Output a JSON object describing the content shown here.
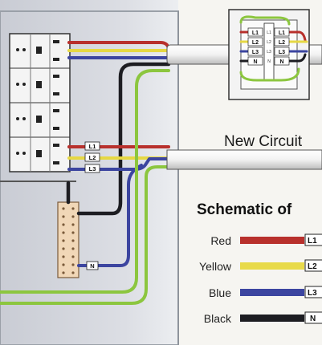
{
  "diagram": {
    "caption_new_circuit": "New Circuit",
    "caption_schematic": "Schematic of",
    "box_terminals": [
      {
        "left": "L1",
        "mid": "L1",
        "right": "L1"
      },
      {
        "left": "L2",
        "mid": "L2",
        "right": "L2"
      },
      {
        "left": "L3",
        "mid": "L3",
        "right": "L3"
      },
      {
        "left": "N",
        "mid": "N",
        "right": "N"
      }
    ],
    "panel_feed_tags": [
      "L1",
      "L2",
      "L3"
    ],
    "neutral_bar_tag": "N",
    "legend": [
      {
        "name": "Red",
        "tag": "L1",
        "color": "#b8302c"
      },
      {
        "name": "Yellow",
        "tag": "L2",
        "color": "#e8da4a"
      },
      {
        "name": "Blue",
        "tag": "L3",
        "color": "#3c45a0"
      },
      {
        "name": "Black",
        "tag": "N",
        "color": "#1d1d22"
      }
    ],
    "wire_colors": {
      "red": "#b8302c",
      "yellow": "#e6d843",
      "blue": "#3c45a0",
      "black": "#1d1d22",
      "green": "#8cc63f",
      "copper": "#d98a4a"
    }
  }
}
